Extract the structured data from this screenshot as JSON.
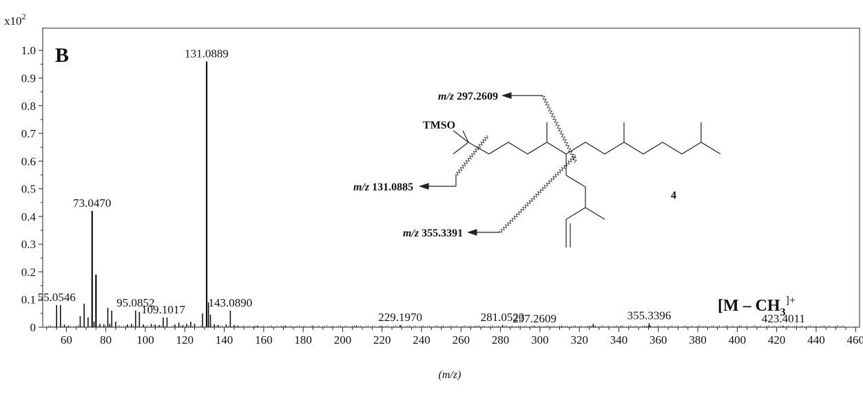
{
  "chart_data": {
    "type": "bar",
    "panel_label": "B",
    "y_multiplier": "x10",
    "y_multiplier_exp": "2",
    "xlabel": "(m/z)",
    "ylabel": "",
    "xlim": [
      48,
      462
    ],
    "ylim": [
      0,
      1.08
    ],
    "xticks": [
      60,
      80,
      100,
      120,
      140,
      160,
      180,
      200,
      220,
      240,
      260,
      280,
      300,
      320,
      340,
      360,
      380,
      400,
      420,
      440,
      460
    ],
    "yticks": [
      0,
      0.1,
      0.2,
      0.3,
      0.4,
      0.5,
      0.6,
      0.7,
      0.8,
      0.9,
      1.0
    ],
    "ytick_labels": [
      "0",
      "0.1",
      "0.2",
      "0.3",
      "0.4",
      "0.5",
      "0.6",
      "0.7",
      "0.8",
      "0.9",
      "1.0"
    ],
    "grid": false,
    "peaks": [
      {
        "mz": 55.05,
        "y": 0.08
      },
      {
        "mz": 57.0,
        "y": 0.08
      },
      {
        "mz": 59.0,
        "y": 0.01
      },
      {
        "mz": 61.0,
        "y": 0.005
      },
      {
        "mz": 67.0,
        "y": 0.04
      },
      {
        "mz": 69.0,
        "y": 0.085
      },
      {
        "mz": 71.0,
        "y": 0.035
      },
      {
        "mz": 73.047,
        "y": 0.42
      },
      {
        "mz": 74.0,
        "y": 0.02
      },
      {
        "mz": 75.0,
        "y": 0.19
      },
      {
        "mz": 77.0,
        "y": 0.012
      },
      {
        "mz": 79.0,
        "y": 0.01
      },
      {
        "mz": 81.0,
        "y": 0.07
      },
      {
        "mz": 82.0,
        "y": 0.012
      },
      {
        "mz": 83.0,
        "y": 0.06
      },
      {
        "mz": 85.0,
        "y": 0.02
      },
      {
        "mz": 91.0,
        "y": 0.01
      },
      {
        "mz": 93.0,
        "y": 0.012
      },
      {
        "mz": 95.085,
        "y": 0.06
      },
      {
        "mz": 97.0,
        "y": 0.055
      },
      {
        "mz": 99.0,
        "y": 0.01
      },
      {
        "mz": 103.0,
        "y": 0.012
      },
      {
        "mz": 105.0,
        "y": 0.01
      },
      {
        "mz": 107.0,
        "y": 0.008
      },
      {
        "mz": 109.1017,
        "y": 0.035
      },
      {
        "mz": 111.0,
        "y": 0.035
      },
      {
        "mz": 115.0,
        "y": 0.01
      },
      {
        "mz": 117.0,
        "y": 0.016
      },
      {
        "mz": 119.0,
        "y": 0.008
      },
      {
        "mz": 121.0,
        "y": 0.012
      },
      {
        "mz": 123.0,
        "y": 0.02
      },
      {
        "mz": 125.0,
        "y": 0.012
      },
      {
        "mz": 129.0,
        "y": 0.05
      },
      {
        "mz": 131.0889,
        "y": 0.96
      },
      {
        "mz": 132.0,
        "y": 0.09
      },
      {
        "mz": 133.0,
        "y": 0.045
      },
      {
        "mz": 135.0,
        "y": 0.01
      },
      {
        "mz": 137.0,
        "y": 0.008
      },
      {
        "mz": 141.0,
        "y": 0.01
      },
      {
        "mz": 143.089,
        "y": 0.06
      },
      {
        "mz": 145.0,
        "y": 0.008
      },
      {
        "mz": 147.0,
        "y": 0.006
      },
      {
        "mz": 155.0,
        "y": 0.004
      },
      {
        "mz": 157.0,
        "y": 0.005
      },
      {
        "mz": 169.0,
        "y": 0.004
      },
      {
        "mz": 171.0,
        "y": 0.005
      },
      {
        "mz": 185.0,
        "y": 0.004
      },
      {
        "mz": 207.0,
        "y": 0.006
      },
      {
        "mz": 219.0,
        "y": 0.003
      },
      {
        "mz": 229.197,
        "y": 0.008
      },
      {
        "mz": 251.0,
        "y": 0.003
      },
      {
        "mz": 267.0,
        "y": 0.004
      },
      {
        "mz": 281.0523,
        "y": 0.008
      },
      {
        "mz": 297.2609,
        "y": 0.003
      },
      {
        "mz": 311.0,
        "y": 0.003
      },
      {
        "mz": 326.0,
        "y": 0.004
      },
      {
        "mz": 327.0,
        "y": 0.012
      },
      {
        "mz": 328.0,
        "y": 0.004
      },
      {
        "mz": 341.0,
        "y": 0.004
      },
      {
        "mz": 354.0,
        "y": 0.004
      },
      {
        "mz": 355.3396,
        "y": 0.014
      },
      {
        "mz": 356.0,
        "y": 0.005
      },
      {
        "mz": 401.0,
        "y": 0.003
      },
      {
        "mz": 423.4011,
        "y": 0.003
      }
    ],
    "peak_labels": [
      {
        "mz": 55.0546,
        "y": 0.08,
        "text": "55.0546"
      },
      {
        "mz": 73.047,
        "y": 0.42,
        "text": "73.0470"
      },
      {
        "mz": 95.0852,
        "y": 0.06,
        "text": "95.0852"
      },
      {
        "mz": 109.1017,
        "y": 0.035,
        "text": "109.1017"
      },
      {
        "mz": 131.0889,
        "y": 0.96,
        "text": "131.0889"
      },
      {
        "mz": 143.089,
        "y": 0.06,
        "text": "143.0890"
      },
      {
        "mz": 229.197,
        "y": 0.008,
        "text": "229.1970"
      },
      {
        "mz": 281.0523,
        "y": 0.008,
        "text": "281.0523"
      },
      {
        "mz": 297.2609,
        "y": 0.003,
        "text": "297.2609"
      },
      {
        "mz": 355.3396,
        "y": 0.014,
        "text": "355.3396"
      },
      {
        "mz": 423.4011,
        "y": 0.003,
        "text": "423.4011"
      }
    ],
    "ion_label": {
      "text": "[M – CH",
      "sub": "3",
      "sup": "]+"
    },
    "structure": {
      "group": "TMSO",
      "compound_number": "4",
      "fragments": [
        {
          "prefix": "m/z",
          "value": "297.2609"
        },
        {
          "prefix": "m/z",
          "value": "131.0885"
        },
        {
          "prefix": "m/z",
          "value": "355.3391"
        }
      ]
    }
  }
}
